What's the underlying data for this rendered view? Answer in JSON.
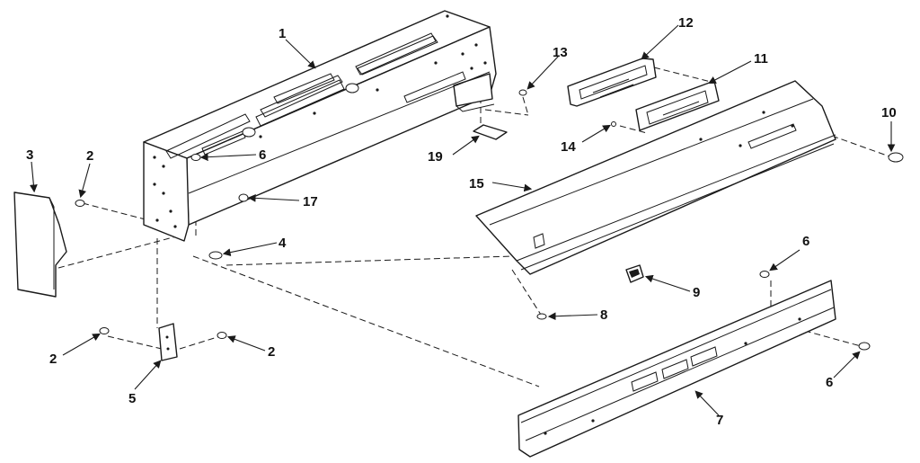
{
  "callouts": {
    "c1": "1",
    "c2a": "2",
    "c2b": "2",
    "c2c": "2",
    "c3": "3",
    "c4": "4",
    "c5": "5",
    "c6a": "6",
    "c6b": "6",
    "c6c": "6",
    "c7": "7",
    "c8": "8",
    "c9": "9",
    "c10": "10",
    "c11": "11",
    "c12": "12",
    "c13": "13",
    "c14": "14",
    "c15": "15",
    "c17": "17",
    "c19": "19"
  },
  "colors": {
    "line": "#1a1a1a",
    "background": "#ffffff"
  }
}
